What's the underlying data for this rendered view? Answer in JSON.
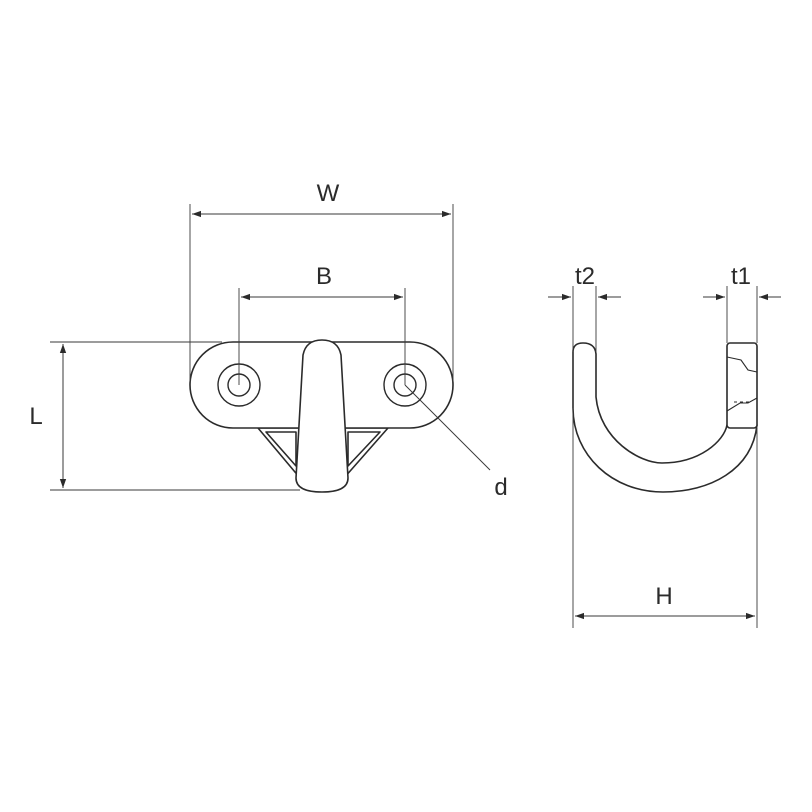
{
  "drawing": {
    "front_view": {
      "width_label": "W",
      "hole_pitch_label": "B",
      "length_label": "L",
      "hole_diameter_label": "d"
    },
    "side_view": {
      "thickness_2_label": "t2",
      "thickness_1_label": "t1",
      "height_label": "H"
    },
    "colors": {
      "line": "#2b2b2b",
      "background": "#ffffff"
    }
  }
}
